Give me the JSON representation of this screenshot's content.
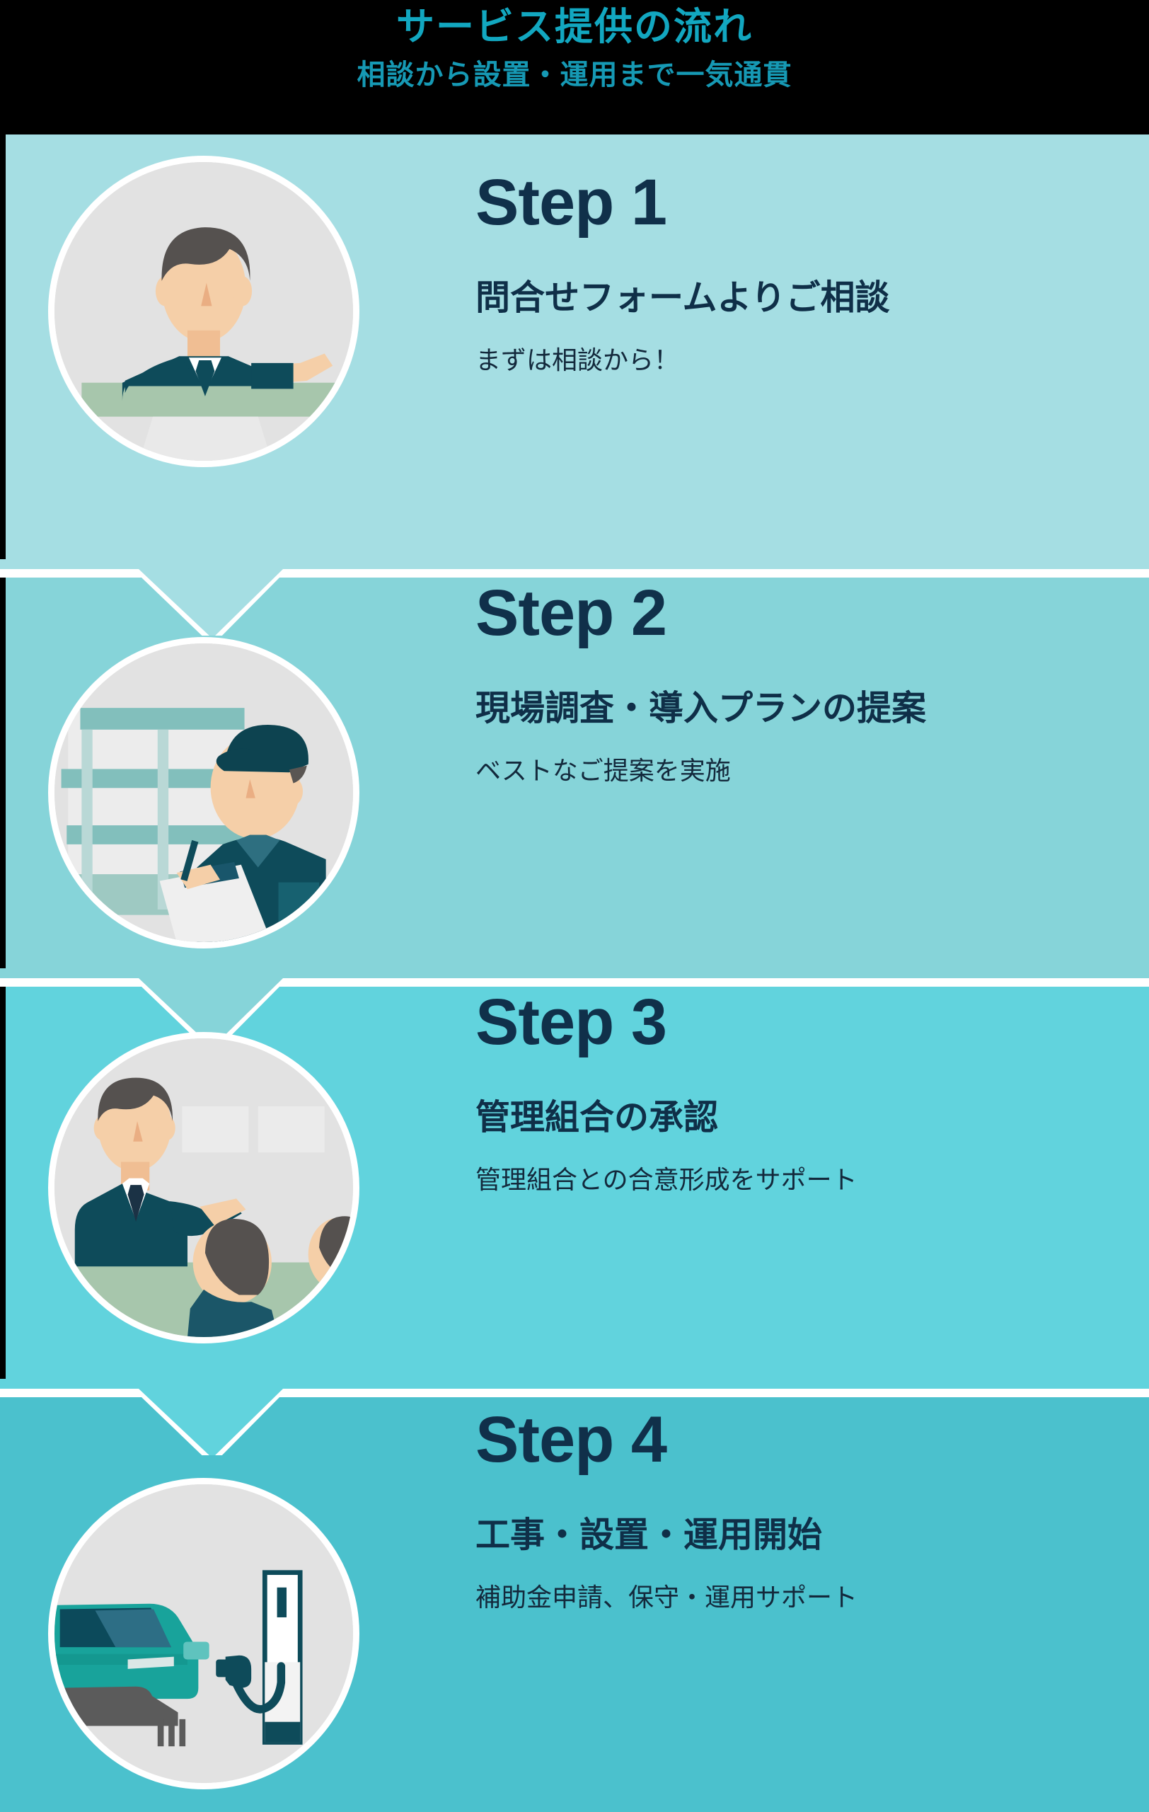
{
  "header": {
    "title": "サービス提供の流れ",
    "subtitle": "相談から設置・運用まで一気通貫",
    "title_color": "#12A7C0",
    "subtitle_color": "#1699B4",
    "background_color": "#000000"
  },
  "colors": {
    "text_dark": "#10304A",
    "divider": "#FFFFFF",
    "circle_fill": "#E2E2E2",
    "circle_ring": "#FFFFFF",
    "suit_dark": "#0E4B5A",
    "skin": "#F5CFA8",
    "hair": "#55514F",
    "ev_teal": "#18A39B"
  },
  "steps": [
    {
      "label": "Step 1",
      "title": "問合せフォームよりご相談",
      "description": "まずは相談から！",
      "background_color": "#A5DEE3",
      "illustration": "businessman-consultation-icon"
    },
    {
      "label": "Step 2",
      "title": "現場調査・導入プランの提案",
      "description": "ベストなご提案を実施",
      "background_color": "#86D4D9",
      "illustration": "site-survey-inspector-icon"
    },
    {
      "label": "Step 3",
      "title": "管理組合の承認",
      "description": "管理組合との合意形成をサポート",
      "background_color": "#61D3DD",
      "illustration": "meeting-presentation-icon"
    },
    {
      "label": "Step 4",
      "title": "工事・設置・運用開始",
      "description": "補助金申請、保守・運用サポート",
      "background_color": "#4BC1CD",
      "illustration": "ev-charging-station-icon"
    }
  ]
}
